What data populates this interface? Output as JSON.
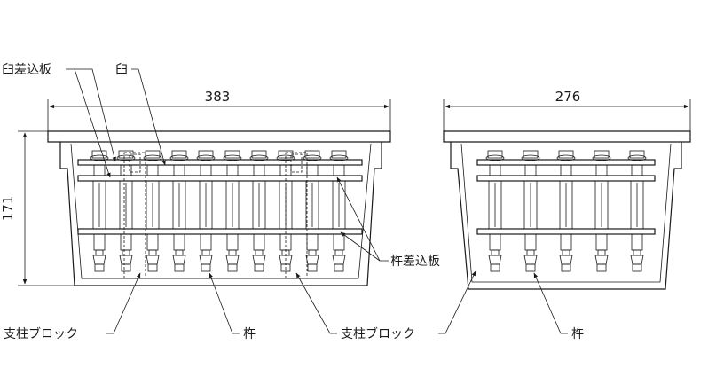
{
  "dimensions": {
    "width_front": "383",
    "width_side": "276",
    "height": "171"
  },
  "labels": {
    "mortar_plate": "臼差込板",
    "mortar": "臼",
    "pestle_plate": "杵差込板",
    "support_block_left": "支柱ブロック",
    "pestle_left": "杵",
    "support_block_right": "支柱ブロック",
    "pestle_right": "杵"
  }
}
